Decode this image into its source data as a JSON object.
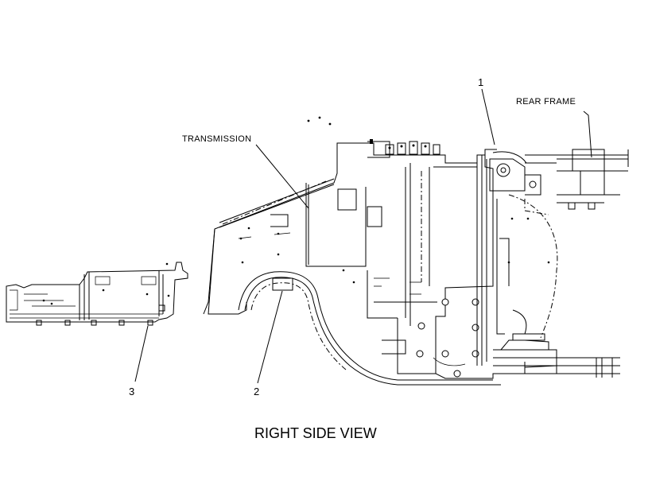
{
  "labels": {
    "transmission": "TRANSMISSION",
    "rear_frame": "REAR FRAME",
    "callout_1": "1",
    "callout_2": "2",
    "callout_3": "3",
    "view_title": "RIGHT SIDE VIEW"
  }
}
